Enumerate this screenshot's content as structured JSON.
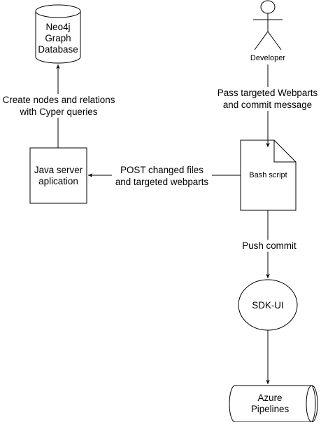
{
  "nodes": {
    "database": {
      "lines": [
        "Neo4j",
        "Graph",
        "Database"
      ]
    },
    "java": {
      "lines": [
        "Java server",
        "aplication"
      ]
    },
    "bash": {
      "label": "Bash script"
    },
    "developer": {
      "label": "Developer"
    },
    "sdk": {
      "label": "SDK-UI"
    },
    "azure": {
      "lines": [
        "Azure",
        "Pipelines"
      ]
    }
  },
  "edges": {
    "java_to_db": {
      "lines": [
        "Create nodes and relations",
        "with Cyper queries"
      ]
    },
    "dev_to_bash": {
      "lines": [
        "Pass targeted Webparts",
        "and commit message"
      ]
    },
    "bash_to_java": {
      "lines": [
        "POST changed files",
        "and targeted webparts"
      ]
    },
    "bash_to_sdk": {
      "label": "Push commit"
    }
  },
  "colors": {
    "stroke": "#000000",
    "fill": "#ffffff",
    "text": "#000000"
  }
}
